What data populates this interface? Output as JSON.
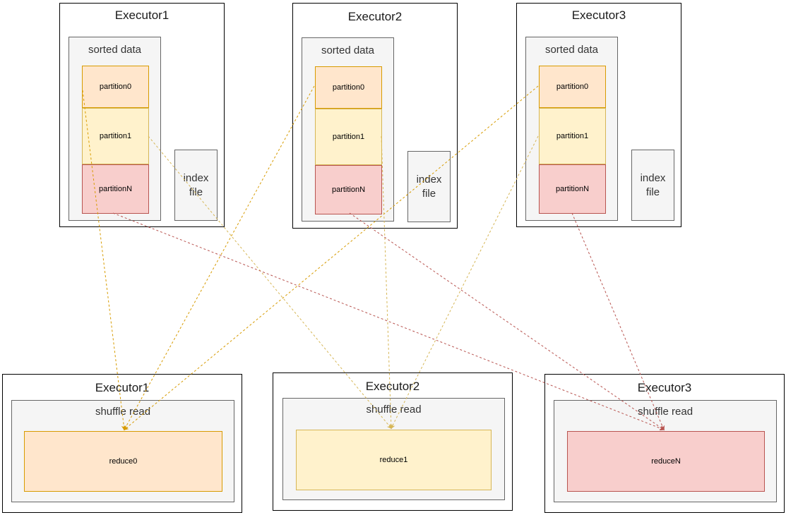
{
  "colors": {
    "partition0_fill": "#ffe6cc",
    "partition0_stroke": "#d79b00",
    "partition1_fill": "#fff2cc",
    "partition1_stroke": "#d6b656",
    "partitionN_fill": "#f8cecc",
    "partitionN_stroke": "#b85450",
    "panel_fill": "#f5f5f5"
  },
  "top_executors": [
    {
      "title": "Executor1",
      "sorted_label": "sorted data",
      "partitions": [
        "partition0",
        "partition1",
        "partitionN"
      ],
      "index_label": "index\nfile"
    },
    {
      "title": "Executor2",
      "sorted_label": "sorted data",
      "partitions": [
        "partition0",
        "partition1",
        "partitionN"
      ],
      "index_label": "index\nfile"
    },
    {
      "title": "Executor3",
      "sorted_label": "sorted data",
      "partitions": [
        "partition0",
        "partition1",
        "partitionN"
      ],
      "index_label": "index\nfile"
    }
  ],
  "bottom_executors": [
    {
      "title": "Executor1",
      "read_label": "shuffle read",
      "reduce_label": "reduce0"
    },
    {
      "title": "Executor2",
      "read_label": "shuffle read",
      "reduce_label": "reduce1"
    },
    {
      "title": "Executor3",
      "read_label": "shuffle read",
      "reduce_label": "reduceN"
    }
  ],
  "edges": [
    {
      "from": "top_executors.0.partitions.0",
      "to": "bottom_executors.0.reduce_label",
      "style": "dashed"
    },
    {
      "from": "top_executors.1.partitions.0",
      "to": "bottom_executors.0.reduce_label",
      "style": "dashed"
    },
    {
      "from": "top_executors.2.partitions.0",
      "to": "bottom_executors.0.reduce_label",
      "style": "dashed"
    },
    {
      "from": "top_executors.0.partitions.1",
      "to": "bottom_executors.1.reduce_label",
      "style": "dashed"
    },
    {
      "from": "top_executors.1.partitions.1",
      "to": "bottom_executors.1.reduce_label",
      "style": "dashed"
    },
    {
      "from": "top_executors.2.partitions.1",
      "to": "bottom_executors.1.reduce_label",
      "style": "dashed"
    },
    {
      "from": "top_executors.0.partitions.2",
      "to": "bottom_executors.2.reduce_label",
      "style": "dashed"
    },
    {
      "from": "top_executors.1.partitions.2",
      "to": "bottom_executors.2.reduce_label",
      "style": "dashed"
    },
    {
      "from": "top_executors.2.partitions.2",
      "to": "bottom_executors.2.reduce_label",
      "style": "dashed"
    }
  ]
}
